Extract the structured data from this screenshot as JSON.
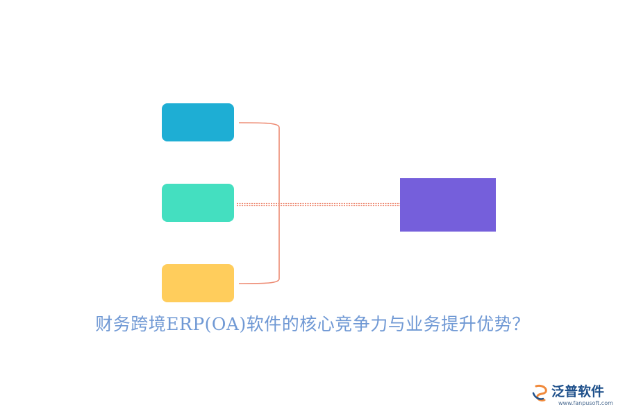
{
  "diagram": {
    "caption": "财务跨境ERP(OA)软件的核心竞争力与业务提升优势？",
    "nodes": [
      {
        "id": "node-1",
        "label": "",
        "color": "#1eaed4"
      },
      {
        "id": "node-2",
        "label": "",
        "color": "#44dfc0"
      },
      {
        "id": "node-3",
        "label": "",
        "color": "#ffcd5c"
      },
      {
        "id": "target",
        "label": "",
        "color": "#755fdb"
      }
    ],
    "connector_color": "#ed8a72",
    "caption_color": "#6f98d4"
  },
  "logo": {
    "name": "泛普软件",
    "url": "www.fanpusoft.com",
    "icon": "fanpu-logo-icon",
    "name_color": "#1d4f8a",
    "accent_color": "#f08a3c"
  }
}
